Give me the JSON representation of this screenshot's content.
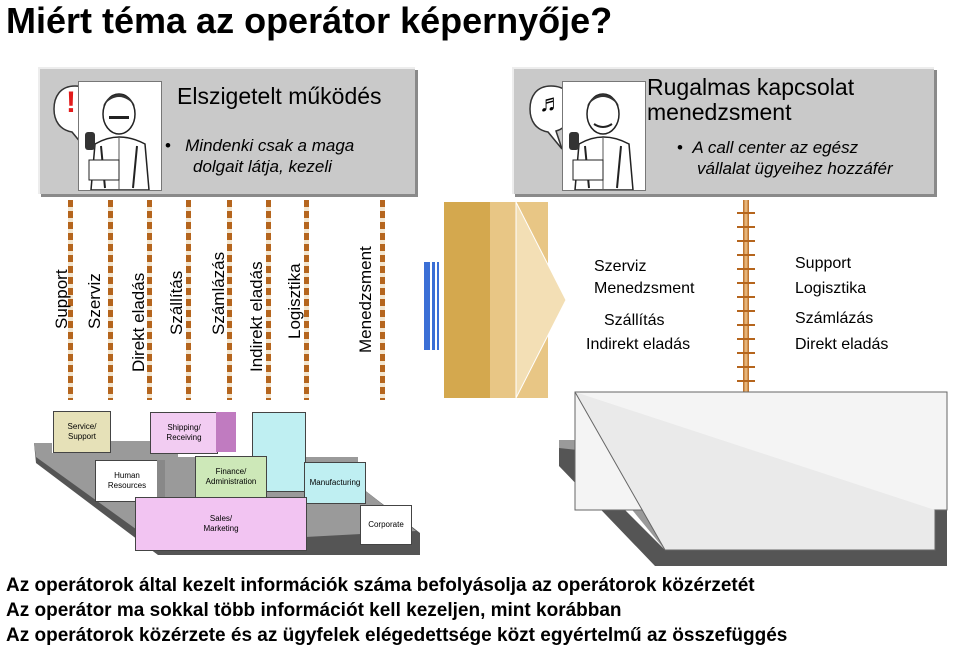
{
  "title": "Miért téma az operátor képernyője?",
  "left_panel": {
    "heading": "Elszigetelt működés",
    "bullet": [
      "Mindenki csak a maga",
      "dolgait látja, kezeli"
    ],
    "bubble_symbol": "!"
  },
  "right_panel": {
    "heading": [
      "Rugalmas kapcsolat",
      "menedzsment"
    ],
    "bullet": [
      "A call center az egész",
      "vállalat ügyeihez hozzáfér"
    ],
    "bubble_symbol": "♬"
  },
  "silos": [
    "Support",
    "Szerviz",
    "Direkt eladás",
    "Szállítás",
    "Számlázás",
    "Indirekt eladás",
    "Logisztika",
    "Menedzsment"
  ],
  "integrated_left": [
    "Szerviz",
    "Menedzsment",
    "Szállítás",
    "Indirekt eladás"
  ],
  "integrated_right": [
    "Support",
    "Logisztika",
    "Számlázás",
    "Direkt eladás"
  ],
  "departments": {
    "service": [
      "Service/",
      "Support"
    ],
    "shipping": [
      "Shipping/",
      "Receiving"
    ],
    "hr": [
      "Human",
      "Resources"
    ],
    "finance": [
      "Finance/",
      "Administration"
    ],
    "manufacturing": "Manufacturing",
    "sales": [
      "Sales/",
      "Marketing"
    ],
    "corporate": "Corporate"
  },
  "conclusions": [
    "Az operátorok által kezelt információk száma befolyásolja az operátorok közérzetét",
    "Az operátor ma sokkal több információt kell kezeljen, mint korábban",
    "Az operátorok közérzete és az ügyfelek elégedettsége közt egyértelmű az összefüggés"
  ],
  "colors": {
    "panel": "#c9c9c9",
    "pole": "#b5651d",
    "arrow": "#d4a84e",
    "service_box": "#e6e1b8",
    "shipping_box": "#f2ccf2",
    "finance_box": "#cde8b8",
    "manufacturing_box": "#bfeff2",
    "sales_box": "#f2c4f2"
  }
}
